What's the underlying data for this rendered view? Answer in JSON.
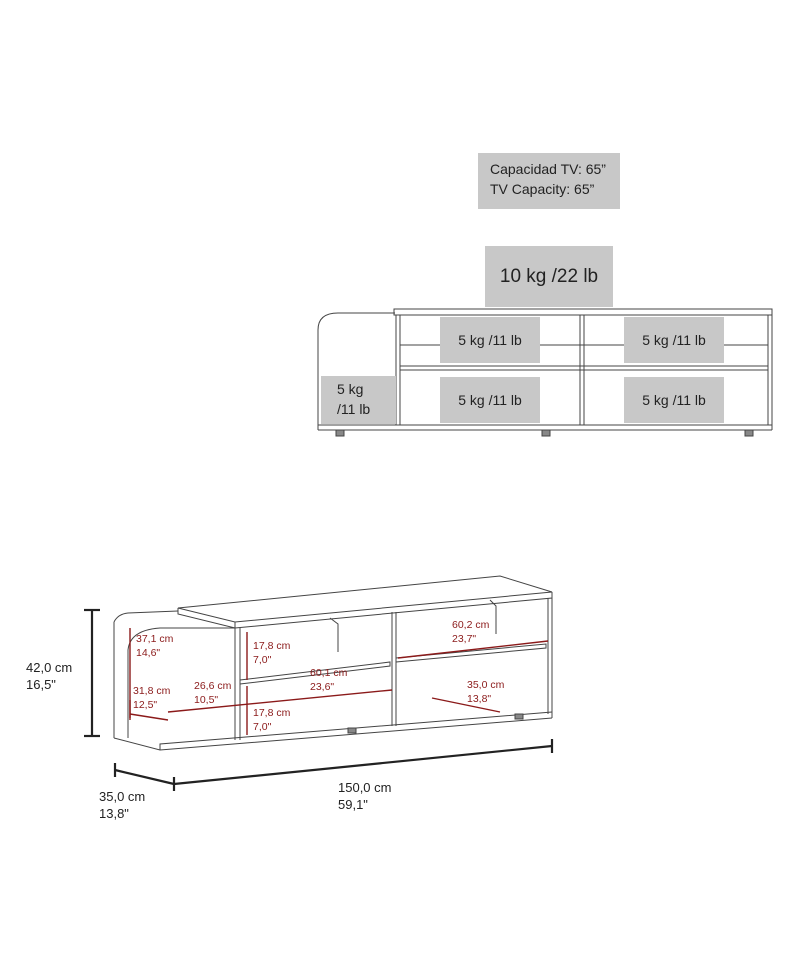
{
  "capacity": {
    "es": "Capacidad TV: 65”",
    "en": "TV Capacity: 65”"
  },
  "top_load": "10 kg /22 lb",
  "shelf_load": "5 kg /11 lb",
  "side_load": {
    "line1": "5 kg",
    "line2": "/11 lb"
  },
  "dimensions": {
    "height": {
      "cm": "42,0 cm",
      "in": "16,5\""
    },
    "depth": {
      "cm": "35,0 cm",
      "in": "13,8\""
    },
    "width": {
      "cm": "150,0 cm",
      "in": "59,1\""
    }
  },
  "inner": {
    "side_upper": {
      "cm": "37,1 cm",
      "in": "14,6\""
    },
    "side_lower": {
      "cm": "31,8 cm",
      "in": "12,5\""
    },
    "side_depth": {
      "cm": "26,6 cm",
      "in": "10,5\""
    },
    "center_upper": {
      "cm": "17,8 cm",
      "in": "7,0\""
    },
    "center_lower": {
      "cm": "17,8 cm",
      "in": "7,0\""
    },
    "center_width": {
      "cm": "60,1 cm",
      "in": "23,6\""
    },
    "right_width": {
      "cm": "60,2 cm",
      "in": "23,7\""
    },
    "right_depth": {
      "cm": "35,0 cm",
      "in": "13,8\""
    }
  },
  "colors": {
    "label_bg": "#c8c8c8",
    "inner_dim": "#8b1a1a",
    "line": "#333333"
  }
}
